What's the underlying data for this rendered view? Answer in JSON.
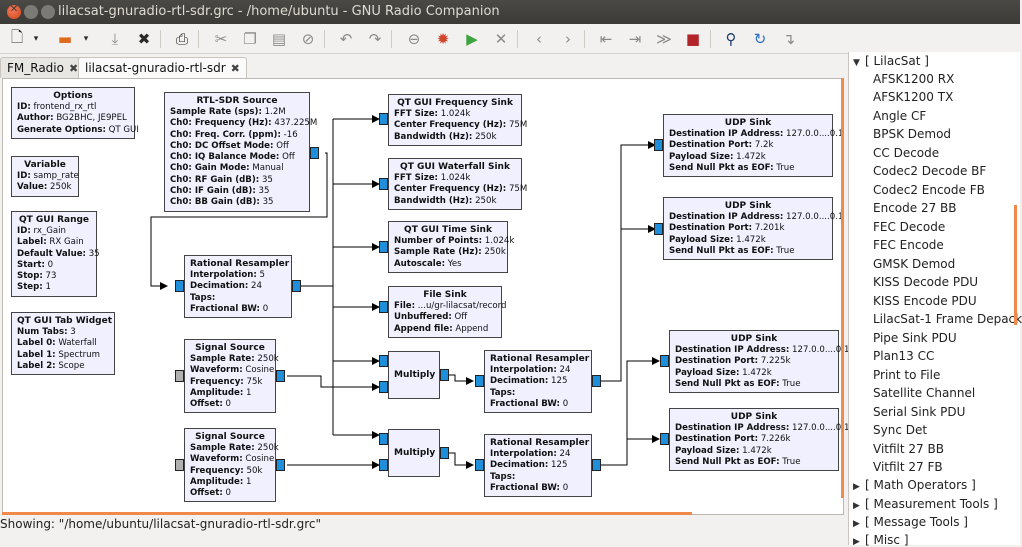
{
  "window": {
    "title": "lilacsat-gnuradio-rtl-sdr.grc - /home/ubuntu - GNU Radio Companion"
  },
  "tabs": [
    {
      "label": "FM_Radio"
    },
    {
      "label": "lilacsat-gnuradio-rtl-sdr"
    }
  ],
  "status": "Showing: \"/home/ubuntu/lilacsat-gnuradio-rtl-sdr.grc\"",
  "blocks": {
    "options": {
      "title": "Options",
      "rows": [
        [
          "ID:",
          "frontend_rx_rtl"
        ],
        [
          "Author:",
          "BG2BHC, JE9PEL"
        ],
        [
          "Generate Options:",
          "QT GUI"
        ]
      ]
    },
    "variable": {
      "title": "Variable",
      "rows": [
        [
          "ID:",
          "samp_rate"
        ],
        [
          "Value:",
          "250k"
        ]
      ]
    },
    "range": {
      "title": "QT GUI Range",
      "rows": [
        [
          "ID:",
          "rx_Gain"
        ],
        [
          "Label:",
          "RX Gain"
        ],
        [
          "Default Value:",
          "35"
        ],
        [
          "Start:",
          "0"
        ],
        [
          "Stop:",
          "73"
        ],
        [
          "Step:",
          "1"
        ]
      ]
    },
    "tabwidget": {
      "title": "QT GUI Tab Widget",
      "rows": [
        [
          "Num Tabs:",
          "3"
        ],
        [
          "Label 0:",
          "Waterfall"
        ],
        [
          "Label 1:",
          "Spectrum"
        ],
        [
          "Label 2:",
          "Scope"
        ]
      ]
    },
    "rtlsdr": {
      "title": "RTL-SDR Source",
      "rows": [
        [
          "Sample Rate (sps):",
          "1.2M"
        ],
        [
          "Ch0: Frequency (Hz):",
          "437.225M"
        ],
        [
          "Ch0: Freq. Corr. (ppm):",
          "-16"
        ],
        [
          "Ch0: DC Offset Mode:",
          "Off"
        ],
        [
          "Ch0: IQ Balance Mode:",
          "Off"
        ],
        [
          "Ch0: Gain Mode:",
          "Manual"
        ],
        [
          "Ch0: RF Gain (dB):",
          "35"
        ],
        [
          "Ch0: IF Gain (dB):",
          "35"
        ],
        [
          "Ch0: BB Gain (dB):",
          "35"
        ]
      ]
    },
    "resamp1": {
      "title": "Rational Resampler",
      "rows": [
        [
          "Interpolation:",
          "5"
        ],
        [
          "Decimation:",
          "24"
        ],
        [
          "Taps:",
          ""
        ],
        [
          "Fractional BW:",
          "0"
        ]
      ]
    },
    "sig1": {
      "title": "Signal Source",
      "rows": [
        [
          "Sample Rate:",
          "250k"
        ],
        [
          "Waveform:",
          "Cosine"
        ],
        [
          "Frequency:",
          "75k"
        ],
        [
          "Amplitude:",
          "1"
        ],
        [
          "Offset:",
          "0"
        ]
      ]
    },
    "sig2": {
      "title": "Signal Source",
      "rows": [
        [
          "Sample Rate:",
          "250k"
        ],
        [
          "Waveform:",
          "Cosine"
        ],
        [
          "Frequency:",
          "50k"
        ],
        [
          "Amplitude:",
          "1"
        ],
        [
          "Offset:",
          "0"
        ]
      ]
    },
    "freqsink": {
      "title": "QT GUI Frequency Sink",
      "rows": [
        [
          "FFT Size:",
          "1.024k"
        ],
        [
          "Center Frequency (Hz):",
          "75M"
        ],
        [
          "Bandwidth (Hz):",
          "250k"
        ]
      ]
    },
    "wfsink": {
      "title": "QT GUI Waterfall Sink",
      "rows": [
        [
          "FFT Size:",
          "1.024k"
        ],
        [
          "Center Frequency (Hz):",
          "75M"
        ],
        [
          "Bandwidth (Hz):",
          "250k"
        ]
      ]
    },
    "timesink": {
      "title": "QT GUI Time Sink",
      "rows": [
        [
          "Number of Points:",
          "1.024k"
        ],
        [
          "Sample Rate (Hz):",
          "250k"
        ],
        [
          "Autoscale:",
          "Yes"
        ]
      ]
    },
    "filesink": {
      "title": "File Sink",
      "rows": [
        [
          "File:",
          "...u/gr-lilacsat/record"
        ],
        [
          "Unbuffered:",
          "Off"
        ],
        [
          "Append file:",
          "Append"
        ]
      ]
    },
    "mult1": {
      "title": "Multiply"
    },
    "mult2": {
      "title": "Multiply"
    },
    "resamp2": {
      "title": "Rational Resampler",
      "rows": [
        [
          "Interpolation:",
          "24"
        ],
        [
          "Decimation:",
          "125"
        ],
        [
          "Taps:",
          ""
        ],
        [
          "Fractional BW:",
          "0"
        ]
      ]
    },
    "resamp3": {
      "title": "Rational Resampler",
      "rows": [
        [
          "Interpolation:",
          "24"
        ],
        [
          "Decimation:",
          "125"
        ],
        [
          "Taps:",
          ""
        ],
        [
          "Fractional BW:",
          "0"
        ]
      ]
    },
    "udp1": {
      "title": "UDP Sink",
      "rows": [
        [
          "Destination IP Address:",
          "127.0.0....0.1"
        ],
        [
          "Destination Port:",
          "7.2k"
        ],
        [
          "Payload Size:",
          "1.472k"
        ],
        [
          "Send Null Pkt as EOF:",
          "True"
        ]
      ]
    },
    "udp2": {
      "title": "UDP Sink",
      "rows": [
        [
          "Destination IP Address:",
          "127.0.0....0.1"
        ],
        [
          "Destination Port:",
          "7.201k"
        ],
        [
          "Payload Size:",
          "1.472k"
        ],
        [
          "Send Null Pkt as EOF:",
          "True"
        ]
      ]
    },
    "udp3": {
      "title": "UDP Sink",
      "rows": [
        [
          "Destination IP Address:",
          "127.0.0....0.1"
        ],
        [
          "Destination Port:",
          "7.225k"
        ],
        [
          "Payload Size:",
          "1.472k"
        ],
        [
          "Send Null Pkt as EOF:",
          "True"
        ]
      ]
    },
    "udp4": {
      "title": "UDP Sink",
      "rows": [
        [
          "Destination IP Address:",
          "127.0.0....0.1"
        ],
        [
          "Destination Port:",
          "7.226k"
        ],
        [
          "Payload Size:",
          "1.472k"
        ],
        [
          "Send Null Pkt as EOF:",
          "True"
        ]
      ]
    }
  },
  "sidebar": {
    "expanded_category": "[ LilacSat ]",
    "items": [
      "AFSK1200 RX",
      "AFSK1200 TX",
      "Angle CF",
      "BPSK Demod",
      "CC Decode",
      "Codec2 Decode BF",
      "Codec2 Encode FB",
      "Encode 27 BB",
      "FEC Decode",
      "FEC Encode",
      "GMSK Demod",
      "KISS Decode PDU",
      "KISS Encode PDU",
      "LilacSat-1 Frame Depack",
      "Pipe Sink PDU",
      "Plan13 CC",
      "Print to File",
      "Satellite Channel",
      "Serial Sink PDU",
      "Sync Det",
      "Vitfilt 27 BB",
      "Vitfilt 27 FB"
    ],
    "collapsed_categories": [
      "[ Math Operators ]",
      "[ Measurement Tools ]",
      "[ Message Tools ]",
      "[ Misc ]"
    ]
  },
  "colors": {
    "port": "#1f8fdc",
    "block_bg": "#f0f0ff",
    "accent": "#f08a4b"
  }
}
